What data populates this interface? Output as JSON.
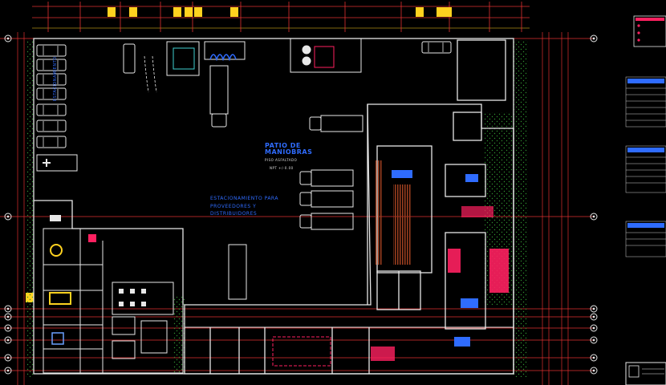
{
  "labels": {
    "estacionamiento": "ESTACIONAMIENTO",
    "patio_line1": "PATIO DE",
    "patio_line2": "MANIOBRAS",
    "piso": "PISO ASFALTADO",
    "nivel": "NPT +/-0.00",
    "prov_line1": "ESTACIONAMIENTO PARA",
    "prov_line2": "PROVEEDORES Y",
    "prov_line3": "DISTRIBUIDORES"
  },
  "colors": {
    "background": "#000000",
    "wall": "#ffffff",
    "grid_axis": "#ff2020",
    "annotation_blue": "#2f6cff",
    "furniture_magenta": "#ff2060",
    "green_hatch": "#2f8f2f",
    "yellow_tag": "#ffd21f"
  },
  "icons": [
    "truck-icon",
    "car-icon",
    "ambulance-icon",
    "grid-bubble-icon",
    "warning-tag-icon",
    "title-block-icon"
  ]
}
